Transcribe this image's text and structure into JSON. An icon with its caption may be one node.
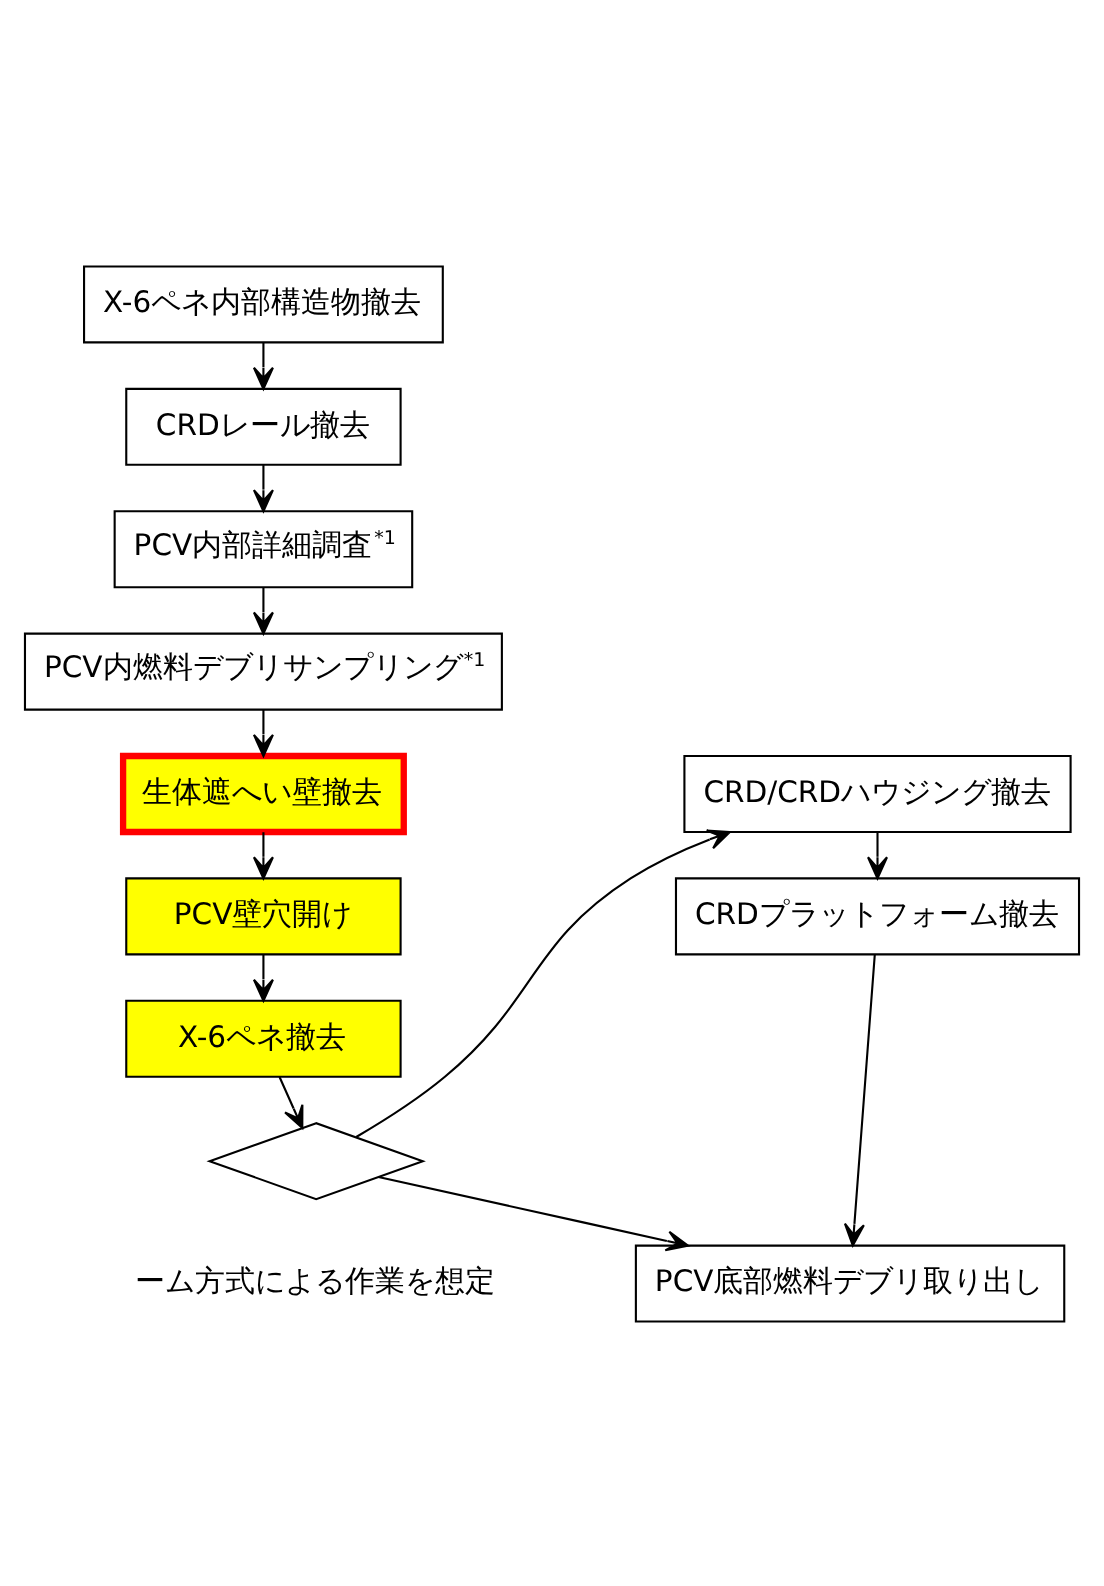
{
  "diagram": {
    "nodes": [
      {
        "text": [
          "X-6ペネ内部構造物撤去"
        ]
      },
      {
        "text": [
          "CRDレール撤去"
        ]
      },
      {
        "text": [
          "PCV内部詳細調査$^{*1}$"
        ]
      },
      {
        "text": [
          "PCV内燃料デブリサンプリング$^{*1}$"
        ]
      },
      {
        "text": [
          "生体遮へい壁撤去"
        ]
      },
      {
        "text": [
          "PCV壁穴開け"
        ]
      },
      {
        "text": [
          "X-6ペネ撤去"
        ]
      },
      {
        "text": [],
        "shape": "diamond"
      },
      {
        "text": [
          "CRD/CRDハウジング撤去"
        ]
      },
      {
        "text": [
          "CRDプラットフォーム撤去"
        ]
      },
      {
        "text": [
          "PCV底部燃料デブリ取り出し"
        ]
      }
    ],
    "edges": [
      {
        "from": 0,
        "to": 1,
        "arrow": "to"
      },
      {
        "from": 1,
        "to": 2,
        "arrow": "to"
      },
      {
        "from": 2,
        "to": 3,
        "arrow": "to"
      },
      {
        "from": 3,
        "to": 4,
        "arrow": "to"
      },
      {
        "from": 4,
        "to": 5,
        "arrow": "to"
      },
      {
        "from": 5,
        "to": 6,
        "arrow": "to"
      },
      {
        "from": 6,
        "to": 7,
        "arrow": "to"
      },
      {
        "from": 7,
        "to": 8,
        "arrow": "to"
      },
      {
        "from": 8,
        "to": 9,
        "arrow": "to"
      },
      {
        "from": 9,
        "to": 10,
        "arrow": "to"
      },
      {
        "from": 7,
        "to": 10,
        "arrow": "to"
      }
    ],
    "labels": [
      "ーム方式による作業を想定"
    ]
  }
}
